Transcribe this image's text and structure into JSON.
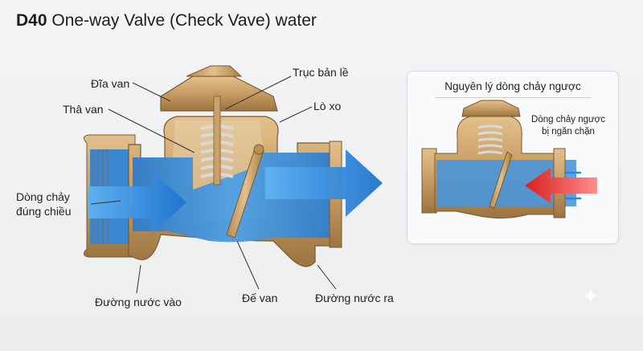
{
  "title": {
    "bold": "D40",
    "rest": "One-way Valve (Check Vave) water"
  },
  "labels": {
    "dia_van": "Đĩa van",
    "tha_van": "Thâ van",
    "truc_ban_le": "Trục bản lề",
    "lo_xo": "Lò xo",
    "dong_chay_line1": "Dòng chảy",
    "dong_chay_line2": "đúng chiều",
    "duong_nuoc_vao": "Đường nước vào",
    "de_van": "Đế van",
    "duong_nuoc_ra": "Đường nước ra"
  },
  "inset": {
    "title": "Nguyên lý dòng chảy ngược",
    "note_line1": "Dòng chảy ngược",
    "note_line2": "bị ngăn chặn"
  },
  "colors": {
    "brass": "#c8a06a",
    "brass_dark": "#8a6636",
    "water": "#3d8fd6",
    "arrow_blue": "#2f86dd",
    "arrow_red": "#e53a3a"
  }
}
